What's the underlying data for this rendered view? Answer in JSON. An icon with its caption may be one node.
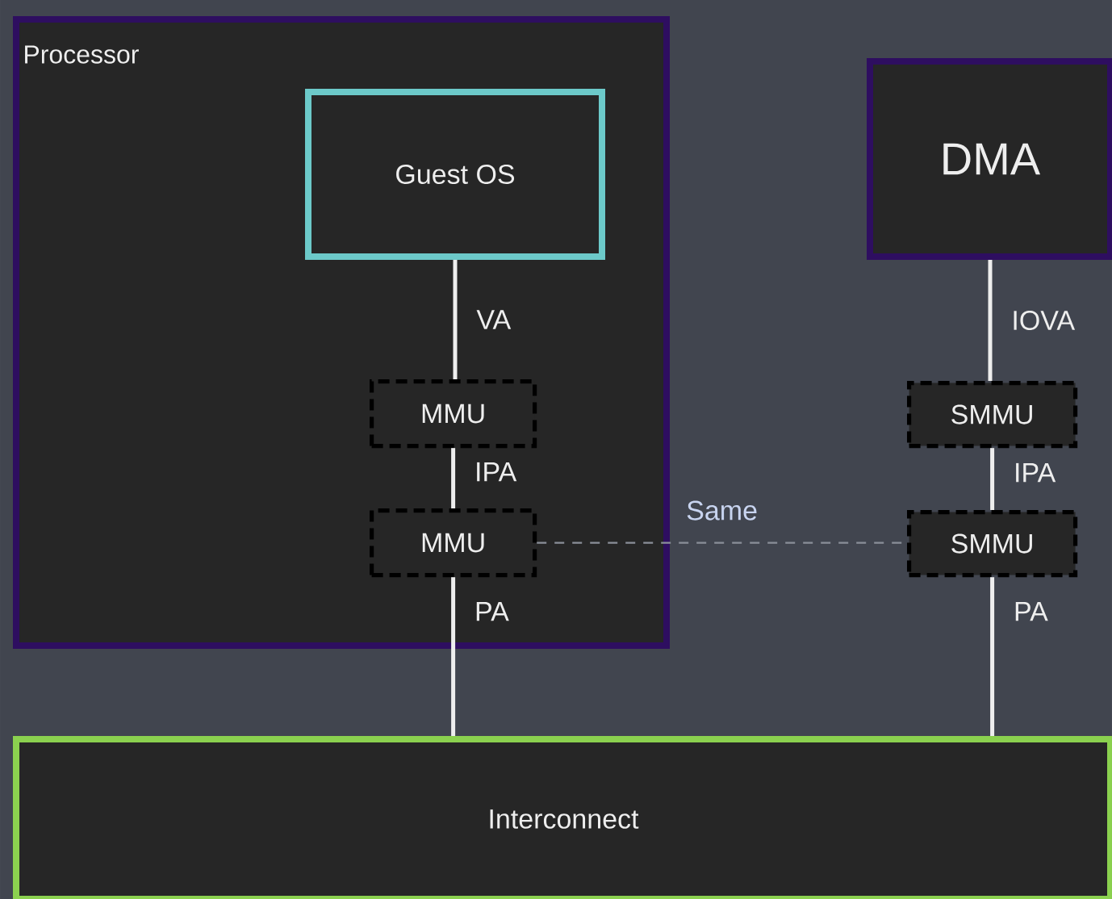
{
  "diagram": {
    "nodes": [
      {
        "text": [
          "Processor"
        ]
      },
      {
        "text": [
          "Guest OS"
        ],
        "in": 0
      },
      {
        "text": [
          "MMU"
        ],
        "in": 0
      },
      {
        "text": [
          "MMU"
        ],
        "in": 0
      },
      {
        "text": [
          "DMA"
        ]
      },
      {
        "text": [
          "SMMU"
        ]
      },
      {
        "text": [
          "SMMU"
        ]
      },
      {
        "text": [
          "Interconnect"
        ]
      }
    ],
    "edges": [
      {
        "from": 1,
        "to": 2,
        "arrow": "none",
        "label": "VA"
      },
      {
        "from": 2,
        "to": 3,
        "arrow": "none",
        "label": "IPA"
      },
      {
        "from": 3,
        "to": 7,
        "arrow": "none",
        "label": "PA"
      },
      {
        "from": 4,
        "to": 5,
        "arrow": "none",
        "label": "IOVA"
      },
      {
        "from": 5,
        "to": 6,
        "arrow": "none",
        "label": "IPA"
      },
      {
        "from": 6,
        "to": 7,
        "arrow": "none",
        "label": "PA"
      },
      {
        "from": 3,
        "to": 6,
        "arrow": "none",
        "label": "Same",
        "style": "dashed",
        "color": "#8a8f99"
      }
    ]
  }
}
